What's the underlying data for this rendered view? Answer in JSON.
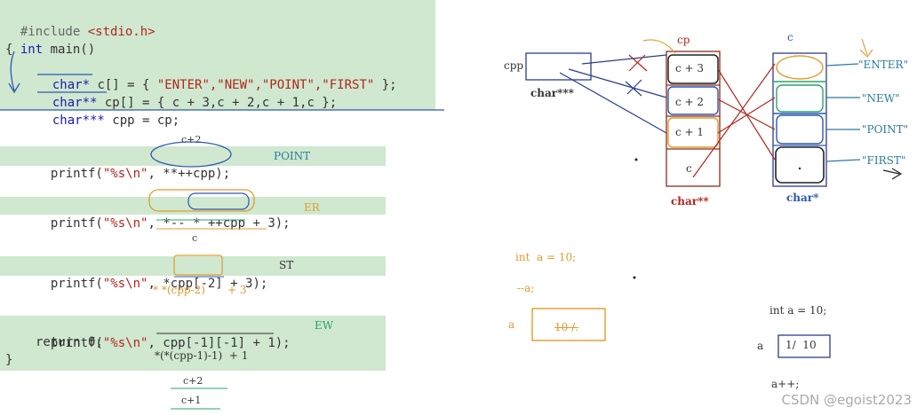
{
  "code": {
    "include_prefix": "#include ",
    "include_header": "<stdio.h>",
    "main_kw": "int",
    "main_rest": " main()",
    "open_brace": "{",
    "line_c_type": "char*",
    "line_c_rest": " c[] = { ",
    "line_c_vals": "\"ENTER\",\"NEW\",\"POINT\",\"FIRST\"",
    "line_c_end": " };",
    "line_cp_type": "char**",
    "line_cp_rest": " cp[] = { c + 3,c + 2,c + 1,c };",
    "line_cpp_type": "char***",
    "line_cpp_rest": " cpp = cp;",
    "printf1_a": "printf(",
    "printf1_fmt": "\"%s\\n\"",
    "printf1_b": ", **++cpp);",
    "printf2_a": "printf(",
    "printf2_fmt": "\"%s\\n\"",
    "printf2_b": ", *-- * ++cpp + 3);",
    "printf3_a": "printf(",
    "printf3_fmt": "\"%s\\n\"",
    "printf3_b": ", *cpp[-2] + 3);",
    "printf4_a": "printf(",
    "printf4_fmt": "\"%s\\n\"",
    "printf4_b": ", cpp[-1][-1] + 1);",
    "return_line": "return 0;",
    "close_brace": "}"
  },
  "notes": {
    "out1": "POINT",
    "out2": "ER",
    "out3": "ST",
    "out4": "EW",
    "ann1": "c+2",
    "ann2": "c",
    "ann3a": "* *(cpp-2)",
    "ann3b": "+ 3",
    "ann4": "*(*(cpp-1)-1)  + 1",
    "ann4b": "c+2",
    "ann4c": "c+1"
  },
  "diagram": {
    "cpp_label": "cpp",
    "cpp_type": "char***",
    "cp_label": "cp",
    "cp_cells": [
      "c + 3",
      "c + 2",
      "c + 1",
      "c"
    ],
    "cp_type": "char**",
    "c_label": "c",
    "c_type": "char*",
    "strings": [
      "\"ENTER\"",
      "\"NEW\"",
      "\"POINT\"",
      "\"FIRST\""
    ]
  },
  "lower": {
    "int_a1": "int  a = 10;",
    "dec_a": "--a;",
    "a_label": "a",
    "a_box1": "10 /.",
    "int_a2": "int a = 10;",
    "a_label2": "a",
    "a_box2": "1/  10",
    "inc_a": "a++;"
  },
  "watermark": "CSDN @egoist2023"
}
